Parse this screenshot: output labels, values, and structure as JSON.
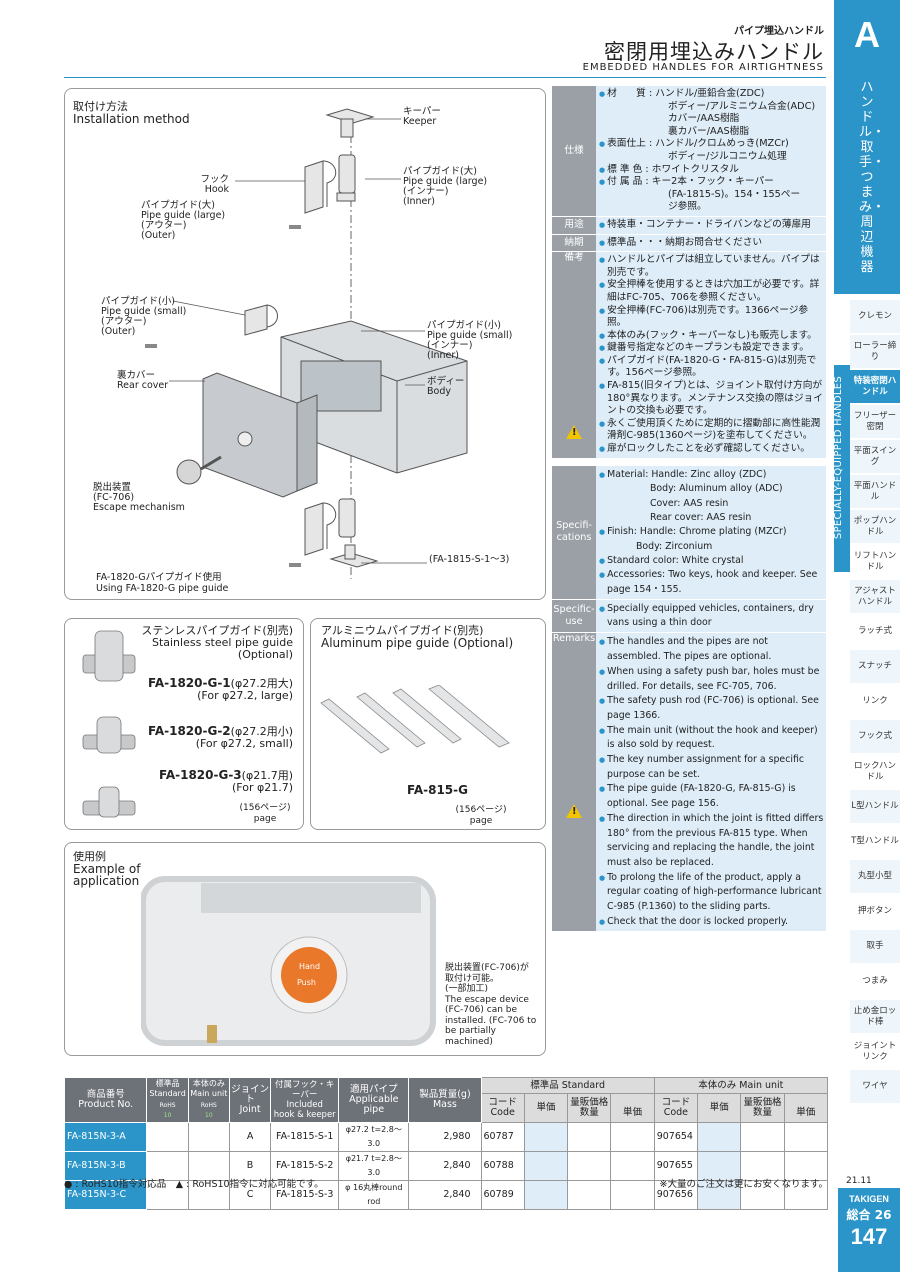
{
  "header": {
    "category": "パイプ埋込ハンドル",
    "title": "密閉用埋込みハンドル",
    "subtitle": "EMBEDDED HANDLES FOR AIRTIGHTNESS"
  },
  "side": {
    "letter": "A",
    "category_jp": "ハンドル・取手・つまみ・周辺機器",
    "category_en": "SPECIALLY-EQUIPPED HANDLES",
    "items": [
      "クレモン",
      "ローラー締り",
      "特装密閉ハンドル",
      "フリーザー密閉",
      "平面スイング",
      "平面ハンドル",
      "ポップハンドル",
      "リフトハンドル",
      "アジャストハンドル",
      "ラッチ式",
      "スナッチ",
      "リンク",
      "フック式",
      "ロックハンドル",
      "L型ハンドル",
      "T型ハンドル",
      "丸型小型",
      "押ボタン",
      "取手",
      "つまみ",
      "止め金ロッド棒",
      "ジョイントリンク",
      "ワイヤ"
    ],
    "date": "21.11",
    "brand": "TAKIGEN",
    "sum": "総合 26",
    "page": "147"
  },
  "install": {
    "title_jp": "取付け方法",
    "title_en": "Installation method",
    "labels": {
      "keeper": [
        "キーパー",
        "Keeper"
      ],
      "hook": [
        "フック",
        "Hook"
      ],
      "pg_large_outer": [
        "パイプガイド(大)",
        "Pipe guide (large)",
        "(アウター)",
        "(Outer)"
      ],
      "pg_large_inner": [
        "パイプガイド(大)",
        "Pipe guide (large)",
        "(インナー)",
        "(Inner)"
      ],
      "pg_small_outer": [
        "パイプガイド(小)",
        "Pipe guide (small)",
        "(アウター)",
        "(Outer)"
      ],
      "pg_small_inner": [
        "パイプガイド(小)",
        "Pipe guide (small)",
        "(インナー)",
        "(Inner)"
      ],
      "rear_cover": [
        "裏カバー",
        "Rear cover"
      ],
      "body": [
        "ボディー",
        "Body"
      ],
      "escape": [
        "脱出装置",
        "(FC-706)",
        "Escape mechanism"
      ],
      "keeper_model": "(FA-1815-S-1〜3)"
    },
    "note": [
      "FA-1820-Gパイプガイド使用",
      "Using FA-1820-G pipe guide"
    ]
  },
  "stainless": {
    "title_jp": "ステンレスパイプガイド(別売)",
    "title_en1": "Stainless steel pipe guide",
    "title_en2": "(Optional)",
    "items": [
      {
        "model": "FA-1820-G-1",
        "spec_jp": "(φ27.2用大)",
        "spec_en": "(For φ27.2, large)"
      },
      {
        "model": "FA-1820-G-2",
        "spec_jp": "(φ27.2用小)",
        "spec_en": "(For φ27.2, small)"
      },
      {
        "model": "FA-1820-G-3",
        "spec_jp": "(φ21.7用)",
        "spec_en": "(For φ21.7)"
      }
    ],
    "page_jp": "(156ページ)",
    "page_en": "page"
  },
  "aluminum": {
    "title_jp": "アルミニウムパイプガイド(別売)",
    "title_en": "Aluminum pipe guide (Optional)",
    "model": "FA-815-G",
    "page_jp": "(156ページ)",
    "page_en": "page"
  },
  "example": {
    "title_jp": "使用例",
    "title_en1": "Example of",
    "title_en2": "application",
    "note_jp": [
      "脱出装置(FC-706)が",
      "取付け可能。",
      "(一部加工)"
    ],
    "note_en": [
      "The escape device",
      "(FC-706) can be",
      "installed. (FC-706 to",
      "be partially machined)"
    ]
  },
  "spec_jp": {
    "label_spec": "仕様",
    "label_use": "用途",
    "label_delivery": "納期",
    "label_remarks": "備考",
    "material_head": "材　　質 : ハンドル/亜鉛合金(ZDC)",
    "material_lines": [
      "ボディー/アルミニウム合金(ADC)",
      "カバー/AAS樹脂",
      "裏カバー/AAS樹脂"
    ],
    "finish_head": "表面仕上 : ハンドル/クロムめっき(MZCr)",
    "finish_lines": [
      "ボディー/ジルコニウム処理"
    ],
    "color": "標 準 色 : ホワイトクリスタル",
    "acc_head": "付 属 品 : キー2本・フック・キーパー",
    "acc_lines": [
      "(FA-1815-S)。154・155ペー",
      "ジ参照。"
    ],
    "use": "特装車・コンテナー・ドライバンなどの薄扉用",
    "delivery": "標準品・・・納期お問合せください",
    "remarks": [
      "ハンドルとパイプは組立していません。パイプは別売です。",
      "安全押棒を使用するときは穴加工が必要です。詳細はFC-705、706を参照ください。",
      "安全押棒(FC-706)は別売です。1366ページ参照。",
      "本体のみ(フック・キーパーなし)も販売します。",
      "鍵番号指定などのキープランも設定できます。",
      "パイプガイド(FA-1820-G・FA-815-G)は別売です。156ページ参照。",
      "FA-815(旧タイプ)とは、ジョイント取付け方向が180°異なります。メンテナンス交換の際はジョイントの交換も必要です。",
      "永くご使用頂くために定期的に摺動部に高性能潤滑剤C-985(1360ページ)を塗布してください。",
      "扉がロックしたことを必ず確認してください。"
    ]
  },
  "spec_en": {
    "label_spec": "Specifi-cations",
    "label_use": "Specific-use",
    "label_remarks": "Remarks",
    "material": [
      "Material: Handle: Zinc alloy (ZDC)",
      "Body: Aluminum alloy (ADC)",
      "Cover: AAS resin",
      "Rear cover: AAS resin"
    ],
    "finish": [
      "Finish: Handle: Chrome plating (MZCr)",
      "Body: Zirconium"
    ],
    "color": "Standard color: White crystal",
    "accessories": "Accessories: Two keys, hook and keeper. See page 154・155.",
    "use": "Specially equipped vehicles, containers, dry vans using a thin door",
    "remarks": [
      "The handles and the pipes are not assembled. The pipes are optional.",
      "When using a safety push bar, holes must be drilled. For details, see FC-705, 706.",
      "The safety push rod (FC-706) is optional. See page 1366.",
      "The main unit (without the hook and keeper) is also sold by request.",
      "The key number assignment for a specific purpose can be set.",
      "The pipe guide (FA-1820-G, FA-815-G) is optional. See page 156.",
      "The direction in which the joint is fitted differs 180° from the previous FA-815 type. When servicing and replacing the handle, the joint must also be replaced.",
      "To prolong the life of the product, apply a regular coating of high-performance lubricant C-985 (P.1360) to the sliding parts.",
      "Check that the door is locked properly."
    ]
  },
  "table": {
    "h_product_jp": "商品番号",
    "h_product_en": "Product No.",
    "h_std_jp": "標準品",
    "h_std_en": "Standard",
    "h_main_jp": "本体のみ",
    "h_main_en": "Main unit",
    "rohs": "RoHS",
    "rohs10": "10",
    "h_joint_jp": "ジョイント",
    "h_joint_en": "Joint",
    "h_incl_jp": "付属フック・キーパー",
    "h_incl_en1": "Included",
    "h_incl_en2": "hook & keeper",
    "h_pipe_jp": "適用パイプ",
    "h_pipe_en": "Applicable pipe",
    "h_mass_jp": "製品質量(g)",
    "h_mass_en": "Mass",
    "h_group_std": "標準品 Standard",
    "h_group_main": "本体のみ Main unit",
    "h_code_jp": "コード",
    "h_code_en": "Code",
    "h_price": "単価",
    "h_bulk": "量販価格",
    "h_qty": "数量",
    "h_unit": "単価",
    "rows": [
      {
        "pn": "FA-815N-3-A",
        "joint": "A",
        "incl": "FA-1815-S-1",
        "pipe": "φ27.2 t=2.8〜3.0",
        "mass": "2,980",
        "code": "60787",
        "main_code": "907654"
      },
      {
        "pn": "FA-815N-3-B",
        "joint": "B",
        "incl": "FA-1815-S-2",
        "pipe": "φ21.7 t=2.8〜3.0",
        "mass": "2,840",
        "code": "60788",
        "main_code": "907655"
      },
      {
        "pn": "FA-815N-3-C",
        "joint": "C",
        "incl": "FA-1815-S-3",
        "pipe": "φ 16丸棒round rod",
        "mass": "2,840",
        "code": "60789",
        "main_code": "907656"
      }
    ],
    "foot_left": "● : RoHS10指令対応品　▲ : RoHS10指令に対応可能です。",
    "foot_right": "※大量のご注文は更にお安くなります。"
  }
}
